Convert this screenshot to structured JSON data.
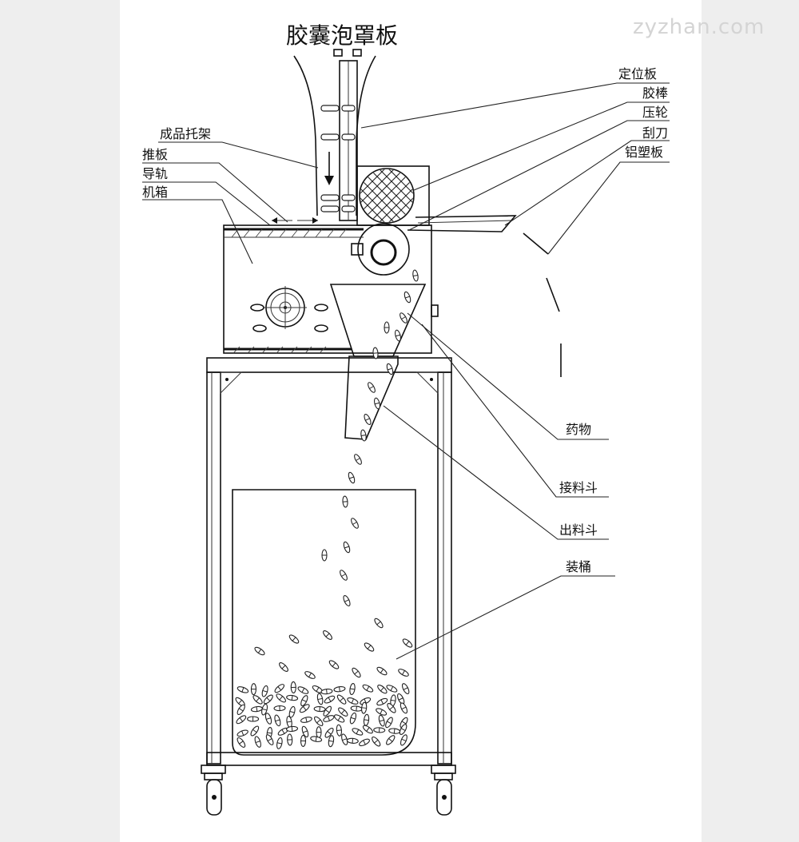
{
  "diagram": {
    "title": "胶囊泡罩板",
    "watermark": "zyzhan.com",
    "labels": {
      "positioning_plate": "定位板",
      "rubber_roller": "胶棒",
      "press_wheel": "压轮",
      "scraper": "刮刀",
      "aluminum_plastic_plate": "铝塑板",
      "product_rack": "成品托架",
      "push_plate": "推板",
      "guide_rail": "导轨",
      "cabinet": "机箱",
      "medicine": "药物",
      "receiving_hopper": "接料斗",
      "discharge_hopper": "出料斗",
      "bucket": "装桶"
    }
  }
}
